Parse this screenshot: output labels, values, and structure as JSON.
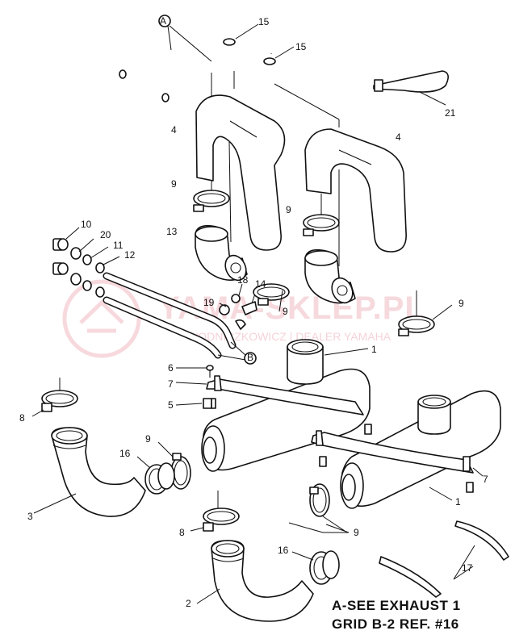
{
  "callouts": {
    "c1a": "1",
    "c1b": "1",
    "c2": "2",
    "c3": "3",
    "c4a": "4",
    "c4b": "4",
    "c5": "5",
    "c6": "6",
    "c7": "7",
    "c8a": "8",
    "c8b": "8",
    "c9a": "9",
    "c9b": "9",
    "c9c": "9",
    "c9d": "9",
    "c9e": "9",
    "c9f": "9",
    "c10": "10",
    "c11": "11",
    "c12": "12",
    "c13": "13",
    "c14": "14",
    "c15a": "15",
    "c15b": "15",
    "c16a": "16",
    "c16b": "16",
    "c17": "17",
    "c18": "18",
    "c19": "19",
    "c20": "20",
    "c21": "21",
    "ref_a": "A",
    "ref_b": "B"
  },
  "watermark": {
    "text": "YAMA-SKLEP.PL",
    "subtext": "WODNICZKOWICZ | DEALER YAMAHA"
  },
  "caption": {
    "line1": "A-SEE EXHAUST 1",
    "line2": "GRID B-2 REF. #16"
  }
}
